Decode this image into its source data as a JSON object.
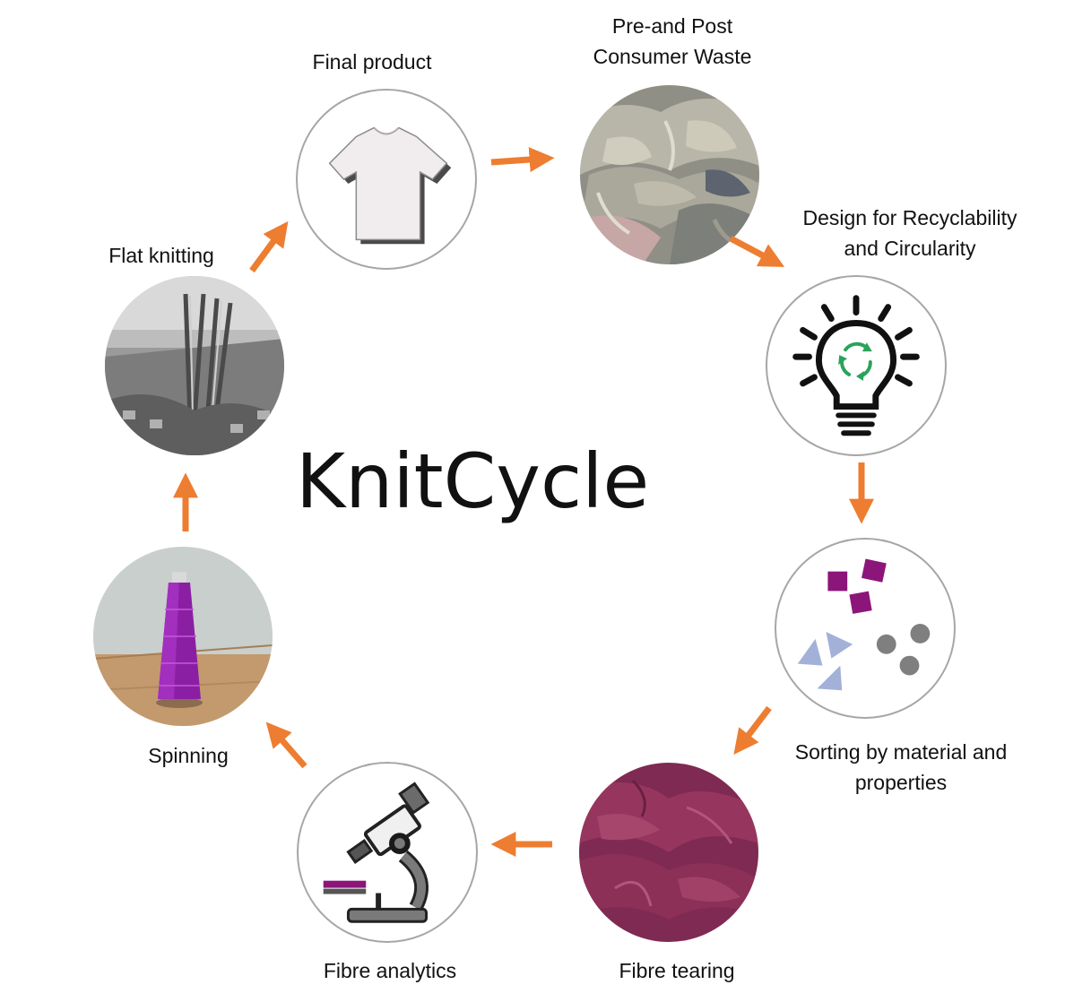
{
  "title": "KnitCycle",
  "accent_color": "#ed7d31",
  "steps": [
    {
      "id": "final-product",
      "label_lines": [
        "Final product"
      ],
      "icon": "tshirt-icon"
    },
    {
      "id": "waste",
      "label_lines": [
        "Pre-and Post",
        "Consumer Waste"
      ],
      "icon": "textile-waste-photo"
    },
    {
      "id": "design",
      "label_lines": [
        "Design for Recyclability",
        "and Circularity"
      ],
      "icon": "lightbulb-recycle-icon"
    },
    {
      "id": "sorting",
      "label_lines": [
        "Sorting by material and",
        "properties"
      ],
      "icon": "sorting-shapes-icon"
    },
    {
      "id": "tearing",
      "label_lines": [
        "Fibre tearing"
      ],
      "icon": "fibre-pile-photo"
    },
    {
      "id": "analytics",
      "label_lines": [
        "Fibre analytics"
      ],
      "icon": "microscope-icon"
    },
    {
      "id": "spinning",
      "label_lines": [
        "Spinning"
      ],
      "icon": "yarn-cone-photo"
    },
    {
      "id": "knitting",
      "label_lines": [
        "Flat knitting"
      ],
      "icon": "knitting-machine-photo"
    }
  ]
}
